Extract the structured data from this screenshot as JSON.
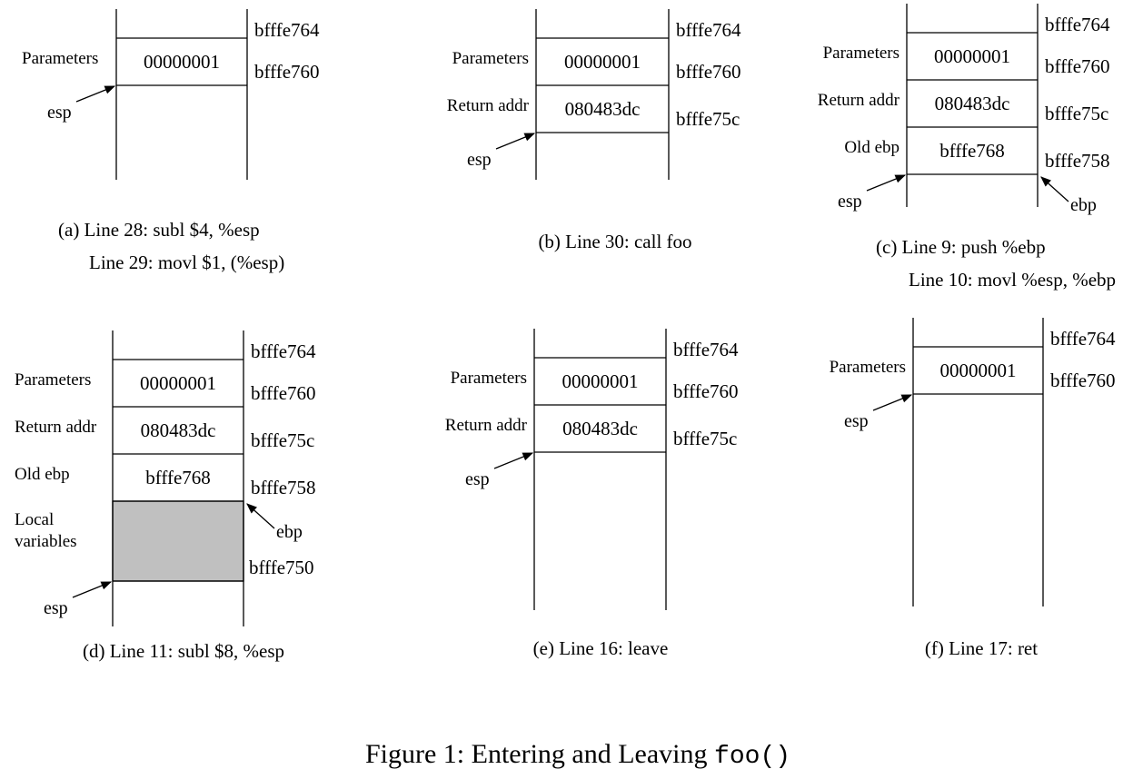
{
  "figure": {
    "caption_text": "Figure 1: Entering and Leaving ",
    "caption_code": "foo()"
  },
  "panels": [
    {
      "id": "a",
      "caption_lines": [
        "(a) Line 28: subl $4, %esp",
        "Line 29: movl $1, (%esp)"
      ],
      "cells": [
        {
          "value": "00000001",
          "label": "Parameters",
          "shaded": false,
          "address": "bfffe760"
        }
      ],
      "top_address": "bfffe764",
      "esp": "esp",
      "ebp": "",
      "bottom_address": ""
    },
    {
      "id": "b",
      "caption_lines": [
        "(b) Line 30: call foo"
      ],
      "cells": [
        {
          "value": "00000001",
          "label": "Parameters",
          "shaded": false,
          "address": "bfffe760"
        },
        {
          "value": "080483dc",
          "label": "Return addr",
          "shaded": false,
          "address": "bfffe75c"
        }
      ],
      "top_address": "bfffe764",
      "esp": "esp",
      "ebp": "",
      "bottom_address": ""
    },
    {
      "id": "c",
      "caption_lines": [
        "(c) Line 9: push %ebp",
        "Line 10: movl %esp, %ebp"
      ],
      "cells": [
        {
          "value": "00000001",
          "label": "Parameters",
          "shaded": false,
          "address": "bfffe760"
        },
        {
          "value": "080483dc",
          "label": "Return addr",
          "shaded": false,
          "address": "bfffe75c"
        },
        {
          "value": "bfffe768",
          "label": "Old ebp",
          "shaded": false,
          "address": "bfffe758"
        }
      ],
      "top_address": "bfffe764",
      "esp": "esp",
      "ebp": "ebp",
      "bottom_address": ""
    },
    {
      "id": "d",
      "caption_lines": [
        "(d) Line 11: subl $8, %esp"
      ],
      "cells": [
        {
          "value": "00000001",
          "label": "Parameters",
          "shaded": false,
          "address": "bfffe760"
        },
        {
          "value": "080483dc",
          "label": "Return addr",
          "shaded": false,
          "address": "bfffe75c"
        },
        {
          "value": "bfffe768",
          "label": "Old ebp",
          "shaded": false,
          "address": "bfffe758"
        },
        {
          "value": "",
          "label": "Local\nvariables",
          "shaded": true,
          "address": ""
        }
      ],
      "top_address": "bfffe764",
      "esp": "esp",
      "ebp": "ebp",
      "bottom_address": "bfffe750"
    },
    {
      "id": "e",
      "caption_lines": [
        "(e) Line 16: leave"
      ],
      "cells": [
        {
          "value": "00000001",
          "label": "Parameters",
          "shaded": false,
          "address": "bfffe760"
        },
        {
          "value": "080483dc",
          "label": "Return addr",
          "shaded": false,
          "address": "bfffe75c"
        }
      ],
      "top_address": "bfffe764",
      "esp": "esp",
      "ebp": "",
      "bottom_address": ""
    },
    {
      "id": "f",
      "caption_lines": [
        "(f) Line 17: ret"
      ],
      "cells": [
        {
          "value": "00000001",
          "label": "Parameters",
          "shaded": false,
          "address": "bfffe760"
        }
      ],
      "top_address": "bfffe764",
      "esp": "esp",
      "ebp": "",
      "bottom_address": ""
    }
  ]
}
